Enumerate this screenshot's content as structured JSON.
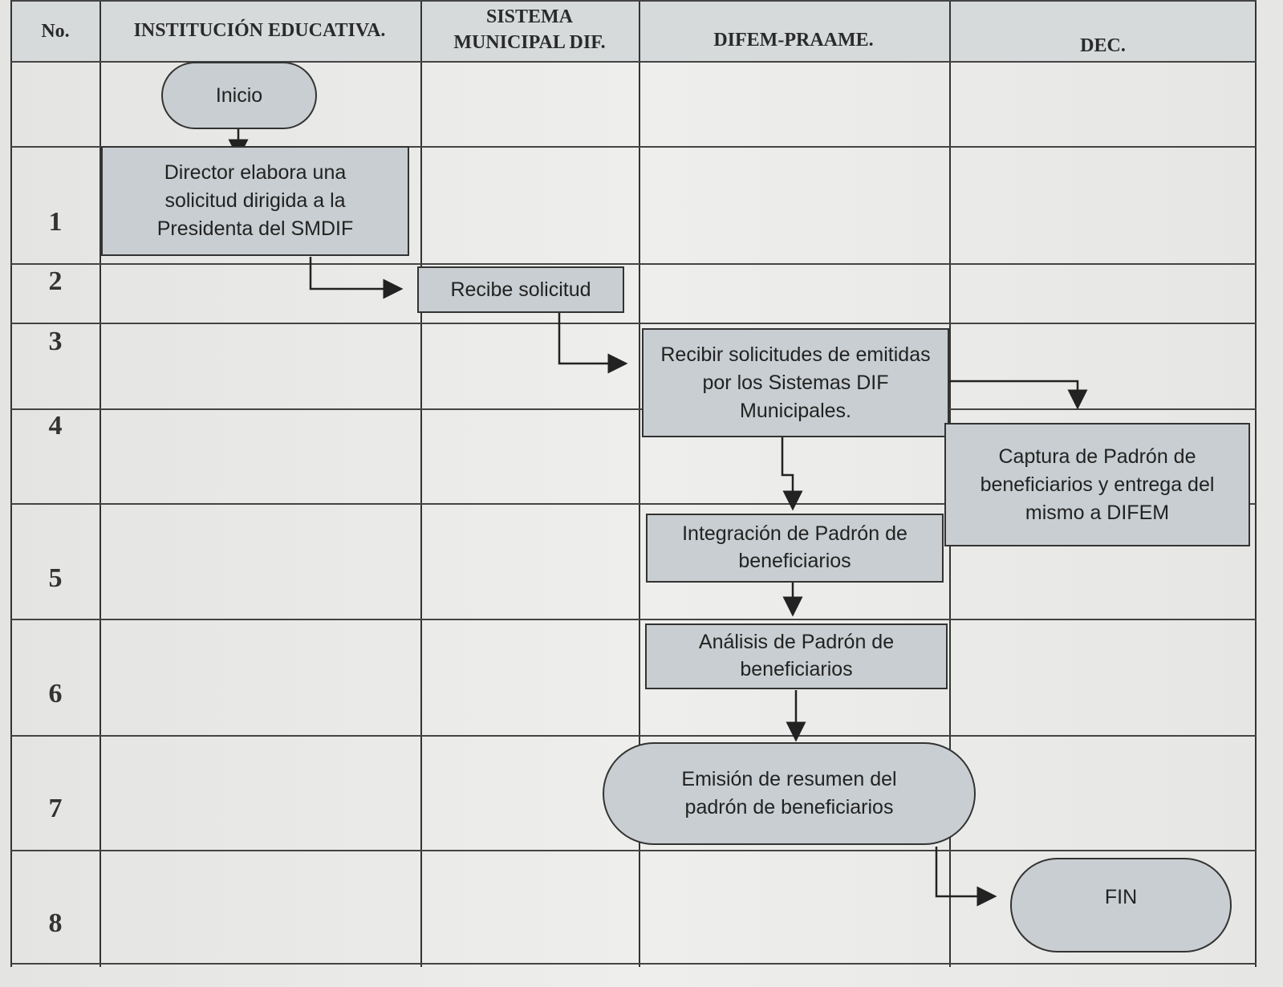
{
  "headers": {
    "no": "No.",
    "institucion": "INSTITUCIÓN EDUCATIVA.",
    "sistema": "SISTEMA MUNICIPAL DIF.",
    "difem": "DIFEM-PRAAME.",
    "dec": "DEC."
  },
  "rows": [
    "1",
    "2",
    "3",
    "4",
    "5",
    "6",
    "7",
    "8"
  ],
  "steps": {
    "inicio": "Inicio",
    "director": "Director elabora una solicitud dirigida a la Presidenta del SMDIF",
    "recibe": "Recibe solicitud",
    "recibir": "Recibir solicitudes de emitidas por los Sistemas DIF Municipales.",
    "captura": "Captura de Padrón de beneficiarios y entrega del mismo a DIFEM",
    "integracion": "Integración de Padrón de beneficiarios",
    "analisis": "Análisis de Padrón de beneficiarios",
    "emision": "Emisión de resumen del padrón de beneficiarios",
    "fin": "FIN"
  },
  "colors": {
    "box_fill": "#c8ced1",
    "header_fill": "#d6dadb",
    "line": "#333333"
  }
}
